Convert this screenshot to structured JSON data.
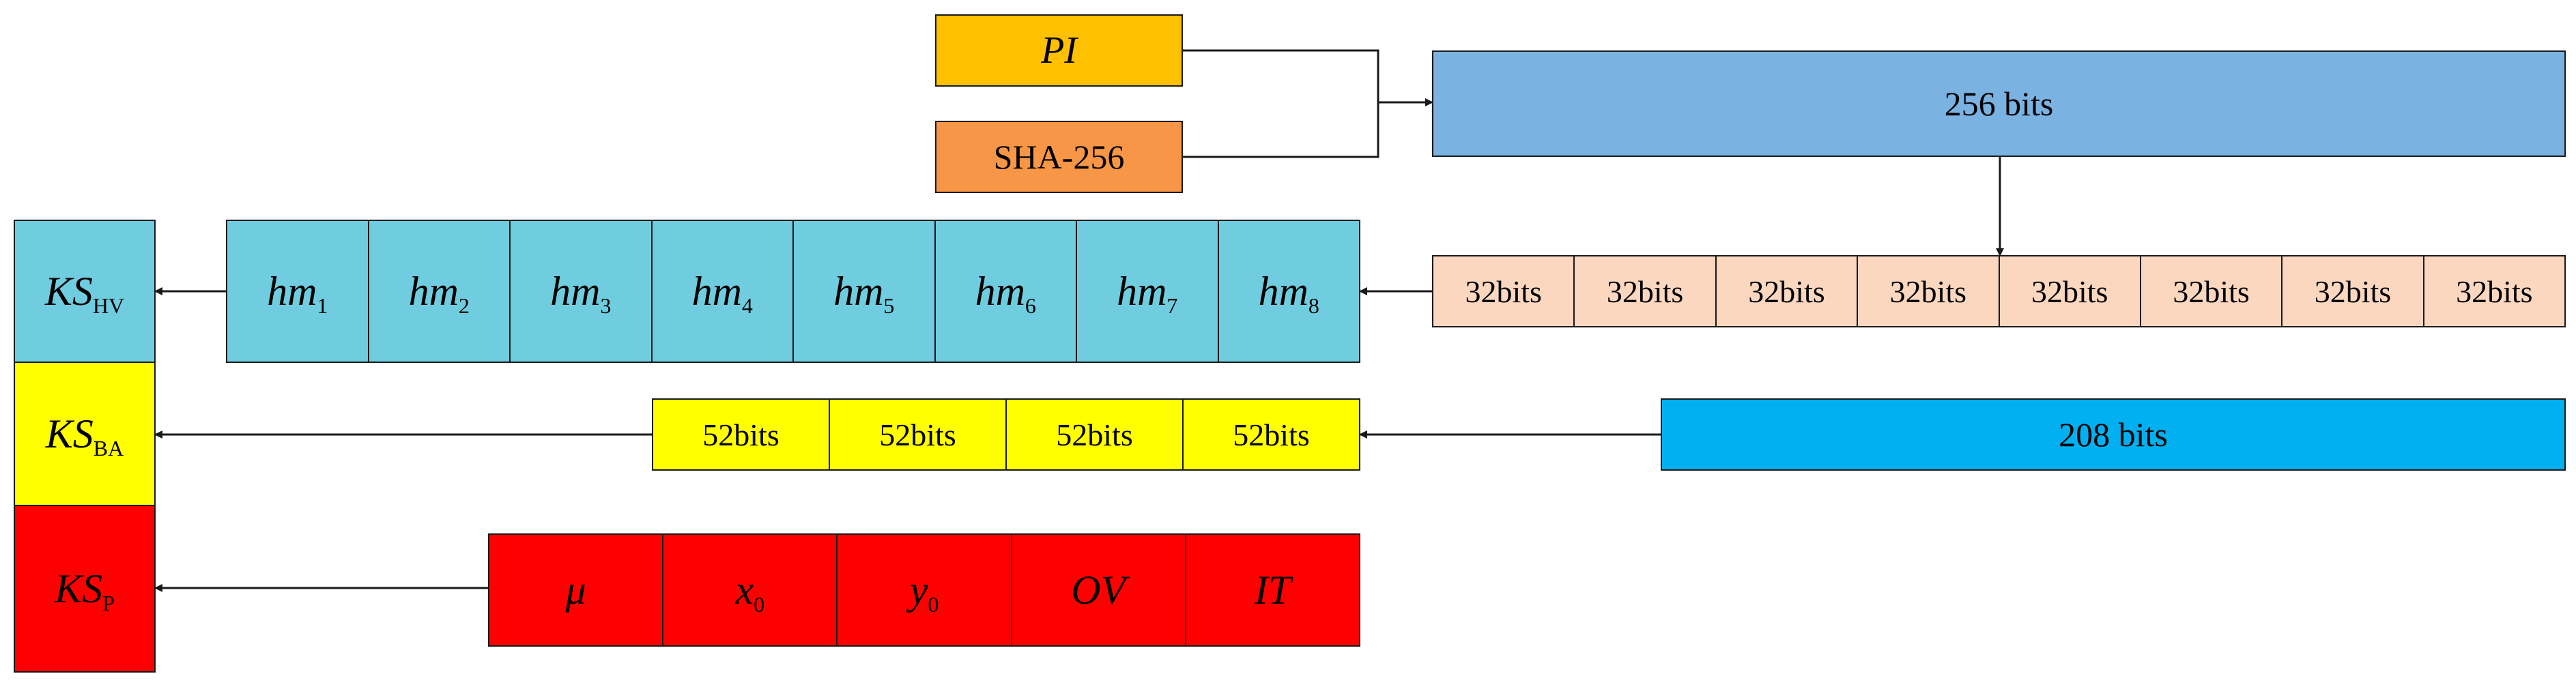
{
  "colors": {
    "pi": "#FFC000",
    "sha": "#F79646",
    "bits256": "#7AB2E2",
    "bits32": "#FAD7BE",
    "hm": "#6FCDDF",
    "bits52": "#FFFF00",
    "bits208": "#00B0F0",
    "params": "#FF0000",
    "line": "#1a1a1a"
  },
  "inputs": {
    "pi": "PI",
    "sha": "SHA-256"
  },
  "hash_output": "256 bits",
  "bits32_segments": [
    "32bits",
    "32bits",
    "32bits",
    "32bits",
    "32bits",
    "32bits",
    "32bits",
    "32bits"
  ],
  "hm_segments": [
    {
      "base": "hm",
      "sub": "1"
    },
    {
      "base": "hm",
      "sub": "2"
    },
    {
      "base": "hm",
      "sub": "3"
    },
    {
      "base": "hm",
      "sub": "4"
    },
    {
      "base": "hm",
      "sub": "5"
    },
    {
      "base": "hm",
      "sub": "6"
    },
    {
      "base": "hm",
      "sub": "7"
    },
    {
      "base": "hm",
      "sub": "8"
    }
  ],
  "bits208": "208 bits",
  "bits52_segments": [
    "52bits",
    "52bits",
    "52bits",
    "52bits"
  ],
  "param_segments": [
    {
      "base": "μ",
      "sub": ""
    },
    {
      "base": "x",
      "sub": "0"
    },
    {
      "base": "y",
      "sub": "0"
    },
    {
      "base": "OV",
      "sub": ""
    },
    {
      "base": "IT",
      "sub": ""
    }
  ],
  "keystreams": [
    {
      "base": "KS",
      "sub": "HV"
    },
    {
      "base": "KS",
      "sub": "BA"
    },
    {
      "base": "KS",
      "sub": "P"
    }
  ]
}
